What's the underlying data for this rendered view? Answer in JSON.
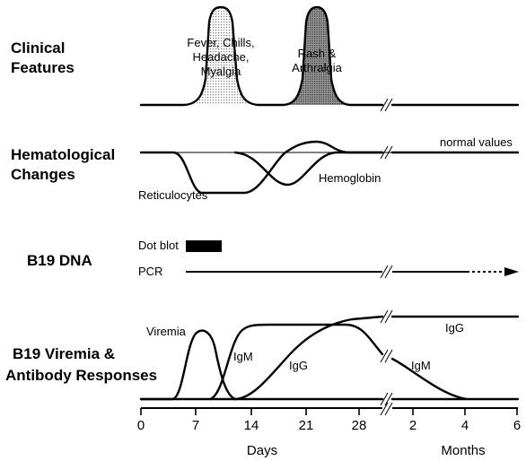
{
  "rows": {
    "clinical": [
      "Clinical",
      "Features"
    ],
    "hematological": [
      "Hematological",
      "Changes"
    ],
    "dna": [
      "B19 DNA"
    ],
    "viremia": [
      "B19 Viremia &",
      "Antibody Responses"
    ]
  },
  "clinical_labels": {
    "peak1": [
      "Fever, Chills,",
      "Headache,",
      "Myalgia"
    ],
    "peak2": [
      "Rash &",
      "Arthralgia"
    ]
  },
  "hemato_labels": {
    "normal": "normal values",
    "reticulocytes": "Reticulocytes",
    "hemoglobin": "Hemoglobin"
  },
  "dna_labels": {
    "dot_blot": "Dot blot",
    "pcr": "PCR"
  },
  "viremia_labels": {
    "viremia": "Viremia",
    "igm_left": "IgM",
    "igg_left": "IgG",
    "igg_right": "IgG",
    "igm_right": "IgM"
  },
  "axis": {
    "days_ticks": [
      "0",
      "7",
      "14",
      "21",
      "28"
    ],
    "months_ticks": [
      "2",
      "4",
      "6"
    ],
    "days_title": "Days",
    "months_title": "Months"
  },
  "colors": {
    "ink": "#000000",
    "stipple_light": "#d4d4d4",
    "stipple_dark": "#8a8a8a"
  }
}
